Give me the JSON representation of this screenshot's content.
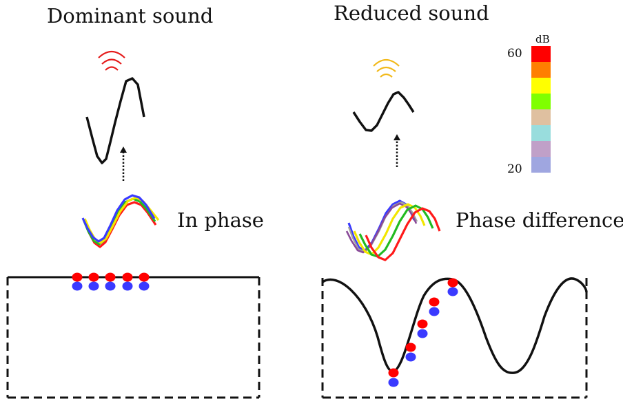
{
  "left_panel": {
    "title": "Dominant sound",
    "label": "In phase",
    "source_color": "#e51a1a"
  },
  "right_panel": {
    "title": "Reduced sound",
    "label": "Phase differences",
    "source_color": "#f2b91a"
  },
  "colorbar": {
    "unit": "dB",
    "max_label": "60",
    "min_label": "20",
    "colors": [
      "#ff0000",
      "#ff7f00",
      "#ffff00",
      "#7fff00",
      "#dfc0a0",
      "#99dddd",
      "#c0a0c8",
      "#9fa6e0"
    ]
  },
  "colors": {
    "red_dot": "#ff0000",
    "blue_dot": "#3a3aff",
    "wave_red": "#ff1a1a",
    "wave_green": "#22bb22",
    "wave_yellow": "#f2e600",
    "wave_blue": "#3a3aff"
  }
}
